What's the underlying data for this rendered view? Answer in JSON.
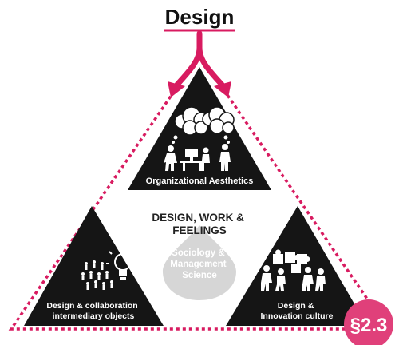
{
  "header": {
    "title": "Design"
  },
  "center": {
    "heading_lines": [
      "DESIGN, WORK &",
      "FEELINGS"
    ],
    "discipline_lines": [
      "Sociology &",
      "Management",
      "Science"
    ]
  },
  "corners": {
    "top": {
      "label": "Organizational Aesthetics"
    },
    "left": {
      "label_lines": [
        "Design & collaboration",
        "intermediary objects"
      ]
    },
    "right": {
      "label_lines": [
        "Design &",
        "Innovation culture"
      ]
    }
  },
  "badge": {
    "label": "§2.3"
  },
  "colors": {
    "accent": "#d81b60",
    "dark": "#151515",
    "drop": "#d6d6d6",
    "badge": "#e0407a"
  },
  "icons": {
    "top": "thought-clouds-people-at-desk-icon",
    "left": "lightbulb-and-people-icon",
    "right": "people-assembling-puzzle-icon"
  }
}
